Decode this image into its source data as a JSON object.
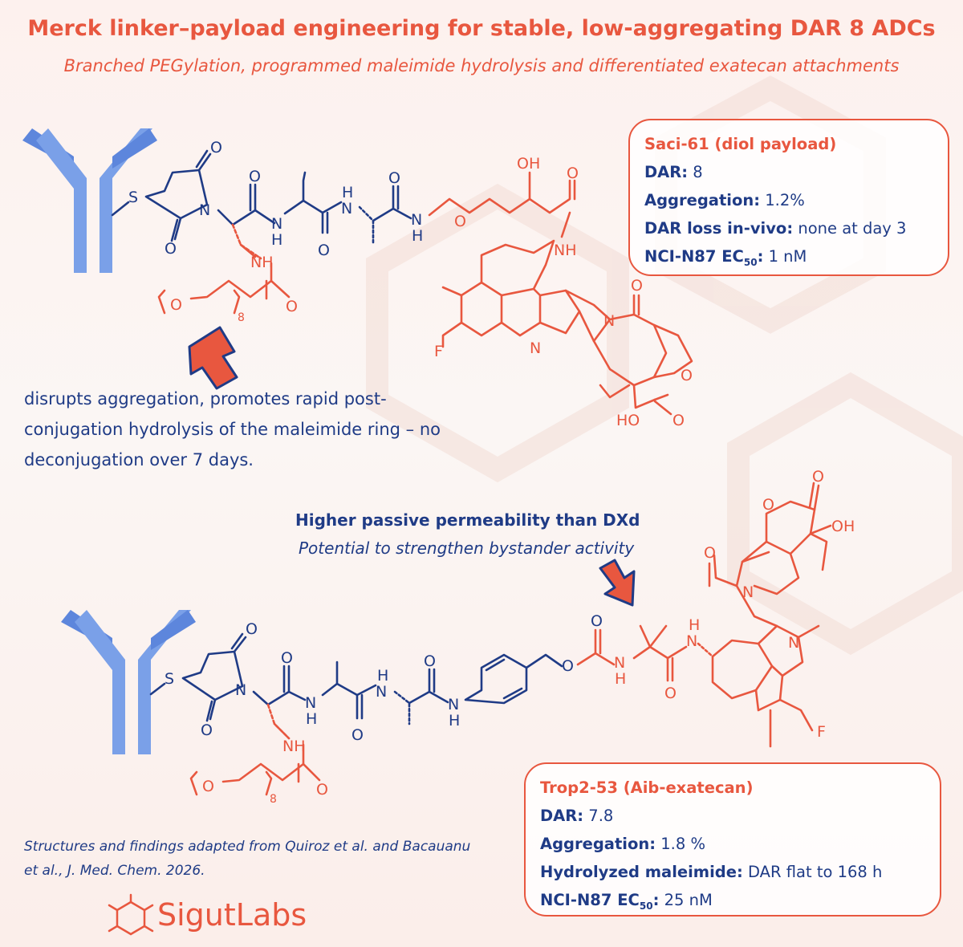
{
  "header": {
    "title": "Merck linker–payload engineering for stable, low-aggregating DAR 8 ADCs",
    "subtitle": "Branched PEGylation, programmed maleimide hydrolysis and differentiated exatecan attachments"
  },
  "saci61": {
    "title": "Saci-61 (diol payload)",
    "dar_label": "DAR:",
    "dar_value": "8",
    "agg_label": "Aggregation:",
    "agg_value": "1.2%",
    "loss_label": "DAR loss in-vivo:",
    "loss_value": "none at day 3",
    "ec_label_pre": "NCI-N87 EC",
    "ec_label_sub": "50",
    "ec_label_post": ":",
    "ec_value": "1 nM"
  },
  "trop253": {
    "title": "Trop2-53 (Aib-exatecan)",
    "dar_label": "DAR:",
    "dar_value": "7.8",
    "agg_label": "Aggregation:",
    "agg_value": "1.8 %",
    "hyd_label": "Hydrolyzed maleimide:",
    "hyd_value": "DAR flat to 168 h",
    "ec_label_pre": "NCI-N87 EC",
    "ec_label_sub": "50",
    "ec_label_post": ":",
    "ec_value": "25 nM"
  },
  "note_aggregation": "disrupts aggregation, promotes rapid post-conjugation hydrolysis of the maleimide ring – no deconjugation over 7 days.",
  "permeability": {
    "title": "Higher passive permeability than DXd",
    "subtitle": "Potential to strengthen bystander activity"
  },
  "reference": "Structures and findings adapted from Quiroz et al. and Bacauanu et al., J. Med. Chem. 2026.",
  "logo": {
    "name": "SigutLabs"
  },
  "atoms": {
    "S": "S",
    "O": "O",
    "N": "N",
    "NH": "NH",
    "H": "H",
    "OH": "OH",
    "HO": "HO",
    "F": "F",
    "peg_n": "8"
  },
  "colors": {
    "blue": "#1f3b86",
    "red": "#e8573f",
    "antibody": "#7aa0e8",
    "antibody_dark": "#5d86dc"
  },
  "icons": [
    "antibody-icon",
    "up-arrow-icon",
    "down-arrow-icon",
    "hexagon-logo-icon"
  ]
}
